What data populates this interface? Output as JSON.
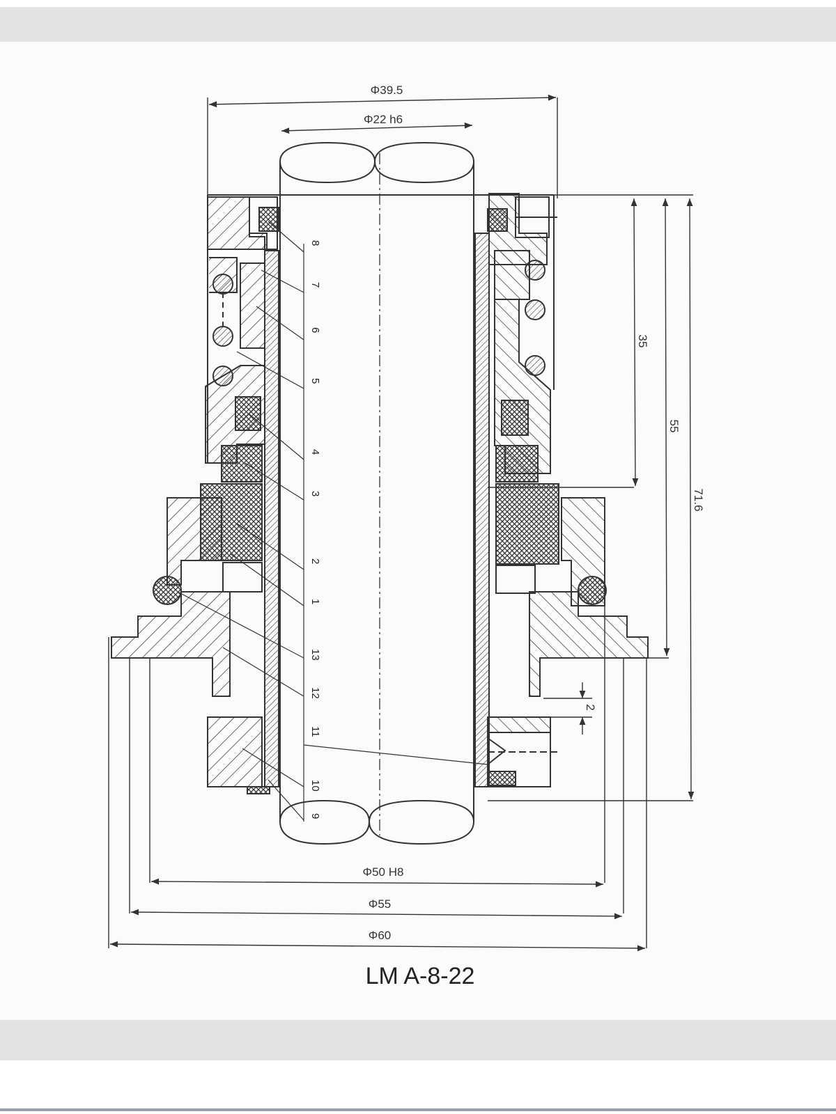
{
  "drawing": {
    "title": "LM A-8-22",
    "dimensions": {
      "d_outer_top": "Φ39.5",
      "d_shaft": "Φ22 h6",
      "d_bore": "Φ50 H8",
      "d_55": "Φ55",
      "d_60": "Φ60",
      "len_35": "35",
      "len_55": "55",
      "len_71_6": "71.6",
      "gap_2": "2"
    },
    "part_labels": [
      "8",
      "7",
      "6",
      "5",
      "4",
      "3",
      "2",
      "1",
      "13",
      "12",
      "11",
      "10",
      "9"
    ]
  }
}
